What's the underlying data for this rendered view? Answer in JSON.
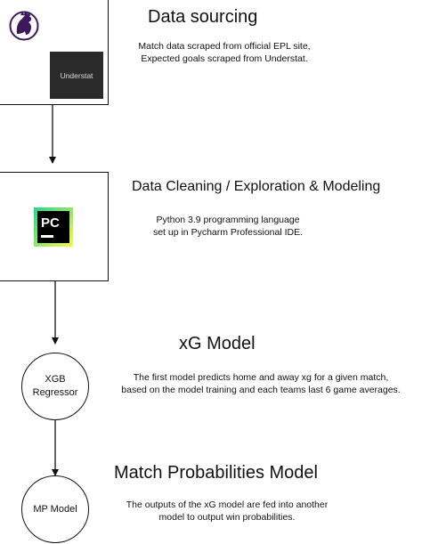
{
  "steps": {
    "sourcing": {
      "heading": "Data sourcing",
      "lines": [
        "Match data scraped from official EPL site,",
        "Expected goals scraped from Understat."
      ],
      "logos": {
        "premier_league": "premier-league-lion-icon",
        "understat": "Understat"
      }
    },
    "cleaning": {
      "heading": "Data Cleaning / Exploration & Modeling",
      "lines": [
        "Python 3.9 programming language",
        "set up in Pycharm Professional IDE."
      ],
      "logos": {
        "pycharm": "PC"
      }
    },
    "xg_model": {
      "heading": "xG Model",
      "node": [
        "XGB",
        "Regressor"
      ],
      "lines": [
        "The first model predicts home and away xg for a given match,",
        "based on the model training and each teams last 6 game averages."
      ]
    },
    "mp_model": {
      "heading": "Match Probabilities Model",
      "node": "MP Model",
      "lines": [
        "The outputs of the xG model are fed into another",
        "model to output win probabilities."
      ]
    }
  },
  "colors": {
    "line": "#111111",
    "pl_purple": "#3d185c",
    "pc_gradient_a": "#21d789",
    "pc_gradient_b": "#fcf84a",
    "pc_black": "#000000",
    "understat_bg": "#2b2b2b"
  }
}
